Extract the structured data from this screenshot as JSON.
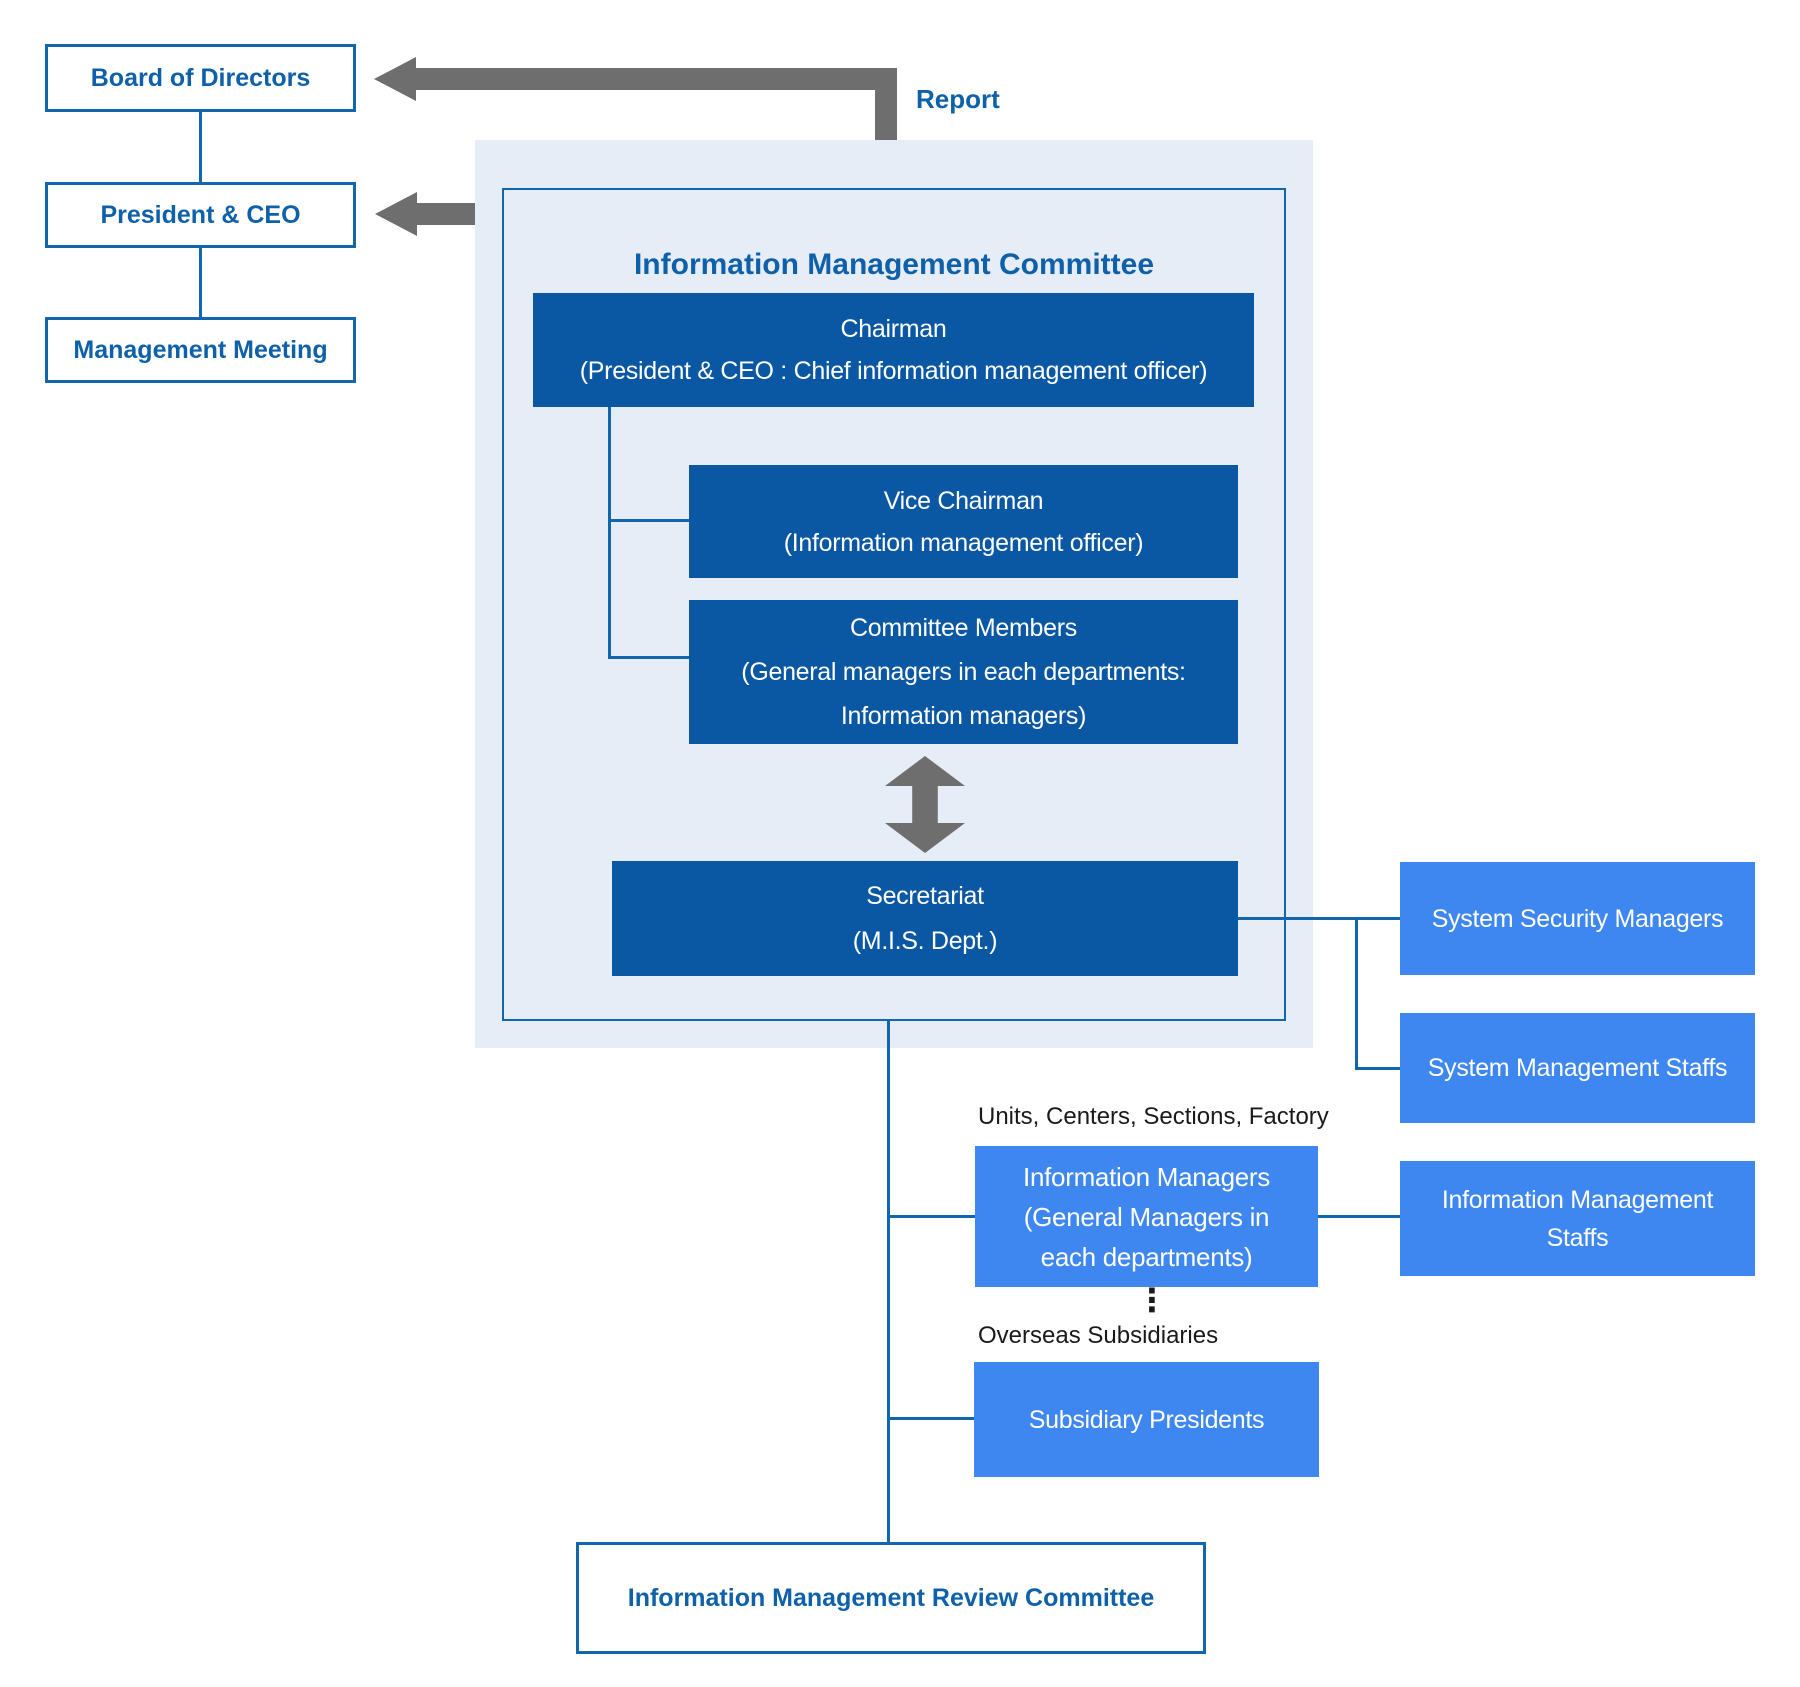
{
  "left_column": {
    "board": "Board of Directors",
    "president": "President & CEO",
    "management_meeting": "Management Meeting"
  },
  "report_label": "Report",
  "committee": {
    "title": "Information Management Committee",
    "chairman": {
      "line1": "Chairman",
      "line2": "(President & CEO : Chief information management officer)"
    },
    "vice_chairman": {
      "line1": "Vice Chairman",
      "line2": "(Information management officer)"
    },
    "members": {
      "line1": "Committee Members",
      "line2": "(General managers in each departments:",
      "line3": "Information managers)"
    },
    "secretariat": {
      "line1": "Secretariat",
      "line2": "(M.I.S. Dept.)"
    }
  },
  "right_column": {
    "system_security_managers": "System Security Managers",
    "system_management_staffs": "System Management Staffs",
    "information_management_staffs": {
      "line1": "Information Management",
      "line2": "Staffs"
    }
  },
  "mid_column": {
    "units_label": "Units, Centers, Sections, Factory",
    "information_managers": {
      "line1": "Information Managers",
      "line2": "(General Managers in",
      "line3": "each departments)"
    },
    "ellipsis": "⋮",
    "overseas_label": "Overseas Subsidiaries",
    "subsidiary_presidents": "Subsidiary Presidents"
  },
  "review_committee": "Information Management Review Committee",
  "colors": {
    "dark_blue": "#0A57A4",
    "bright_blue": "#3E87F0",
    "panel": "#E7EDF6",
    "line_blue": "#1166AE",
    "text_blue": "#0E61A9",
    "arrow_gray": "#6E6E6E",
    "label_dark": "#1A1A1A"
  }
}
